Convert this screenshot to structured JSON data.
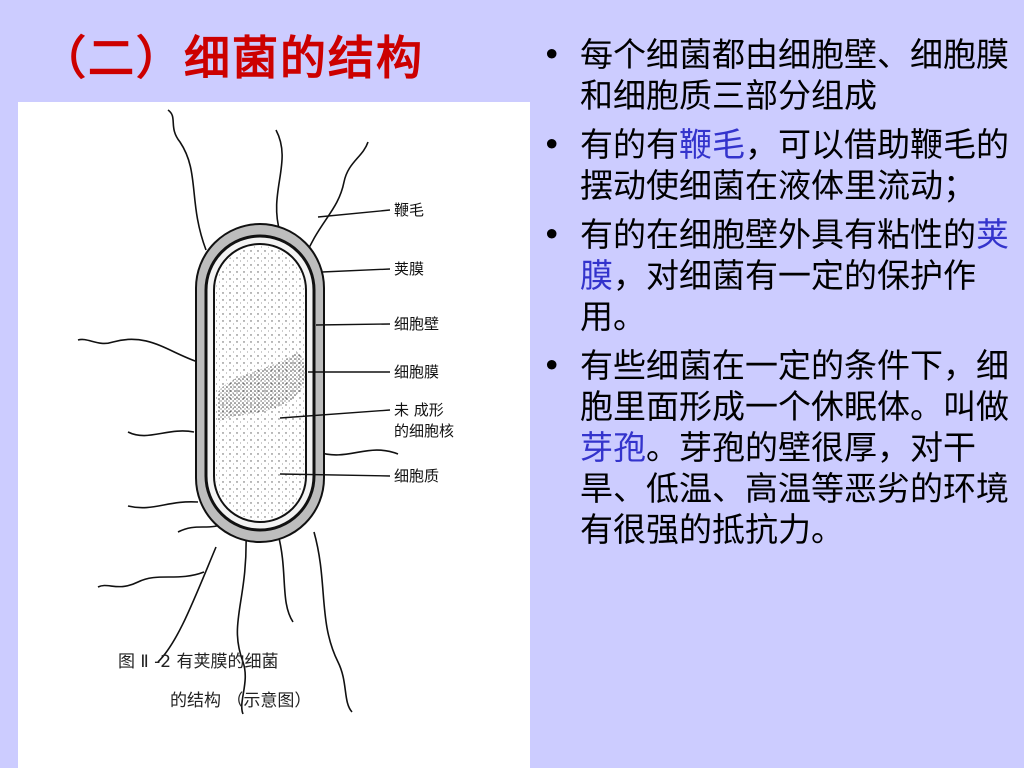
{
  "slide": {
    "title": "（二）细菌的结构",
    "figure": {
      "labels": {
        "flagellum": "鞭毛",
        "capsule": "荚膜",
        "cell_wall": "细胞壁",
        "cell_membrane": "细胞膜",
        "nucleoid_line1": "未 成形",
        "nucleoid_line2": "的细胞核",
        "cytoplasm": "细胞质"
      },
      "caption_line1": "图 Ⅱ -2   有荚膜的细菌",
      "caption_line2": "的结构 （示意图）"
    },
    "bullets": [
      {
        "pre": "每个细菌都由细胞壁、细胞膜和细胞质三部分组成",
        "term": "",
        "post": ""
      },
      {
        "pre": "有的有",
        "term": "鞭毛",
        "post": "，可以借助鞭毛的摆动使细菌在液体里流动；"
      },
      {
        "pre": "有的在细胞壁外具有粘性的",
        "term": "荚膜",
        "post": "，对细菌有一定的保护作用。"
      },
      {
        "pre": "有些细菌在一定的条件下，细胞里面形成一个休眠体。叫做",
        "term": "芽孢",
        "post": "。芽孢的壁很厚，对干旱、低温、高温等恶劣的环境有很强的抵抗力。"
      }
    ],
    "bullet_marker": "•"
  },
  "colors": {
    "background": "#ccccff",
    "title": "#cc0000",
    "highlight": "#3333cc"
  }
}
